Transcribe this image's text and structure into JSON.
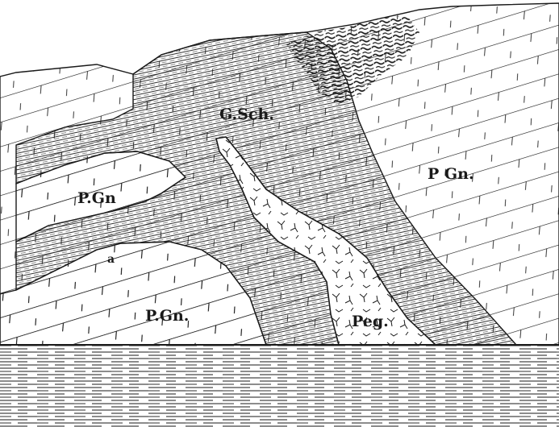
{
  "labels": {
    "schist": "G.Sch.",
    "gneiss_right": "P Gn.",
    "gneiss_left": "P.Gn",
    "gneiss_bottom": "P.Gn.",
    "pegmatite": "Peg.",
    "point_a": "a"
  },
  "colors": {
    "ink": "#1a1a1a",
    "paper": "#ffffff"
  }
}
